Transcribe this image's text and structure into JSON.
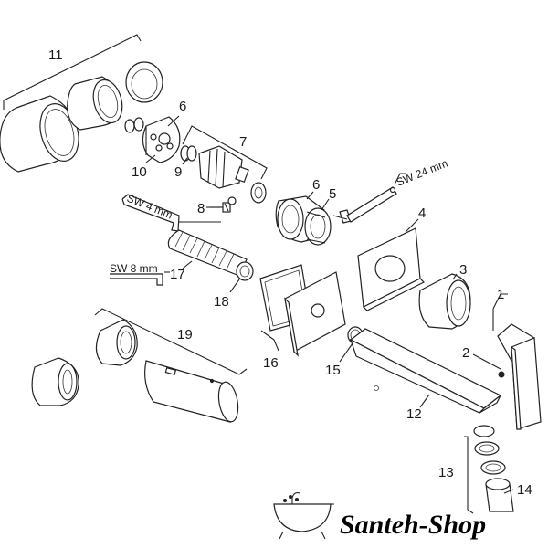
{
  "parts": {
    "p1": "1",
    "p2": "2",
    "p3": "3",
    "p4": "4",
    "p5": "5",
    "p6a": "6",
    "p6b": "6",
    "p7": "7",
    "p8": "8",
    "p9": "9",
    "p10": "10",
    "p11": "11",
    "p12": "12",
    "p13": "13",
    "p14": "14",
    "p15": "15",
    "p16": "16",
    "p17": "17",
    "p18": "18",
    "p19": "19"
  },
  "tools": {
    "sw24": "SW 24 mm",
    "sw4": "SW 4 mm",
    "sw8": "SW 8 mm"
  },
  "logo": {
    "text": "Santeh-Shop"
  }
}
